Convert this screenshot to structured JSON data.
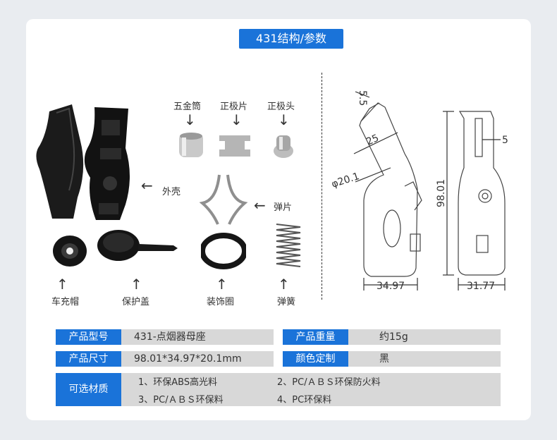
{
  "title": "431结构/参数",
  "parts": {
    "shell": "外壳",
    "hardware_tube": "五金筒",
    "positive_plate": "正极片",
    "positive_head": "正极头",
    "spring_plate": "弹片",
    "car_cap": "车充帽",
    "protective_cover": "保护盖",
    "decor_ring": "装饰圈",
    "spring": "弹簧"
  },
  "dimensions": {
    "d55": "5.5",
    "d25": "25",
    "d201": "φ20.1",
    "d9801": "98.01",
    "d5": "5",
    "d3497": "34.97",
    "d3177": "31.77"
  },
  "specs": {
    "model_label": "产品型号",
    "model_value": "431-点烟器母座",
    "weight_label": "产品重量",
    "weight_value": "约15g",
    "size_label": "产品尺寸",
    "size_value": "98.01*34.97*20.1mm",
    "color_label": "颜色定制",
    "color_value": "黑",
    "material_label": "可选材质",
    "materials": [
      "1、环保ABS高光料",
      "2、PC/ＡＢＳ环保防火料",
      "3、PC/ＡＢＳ环保料",
      "4、PC环保料"
    ]
  },
  "colors": {
    "accent": "#1a73d9",
    "value_bg": "#d8d8d8"
  }
}
